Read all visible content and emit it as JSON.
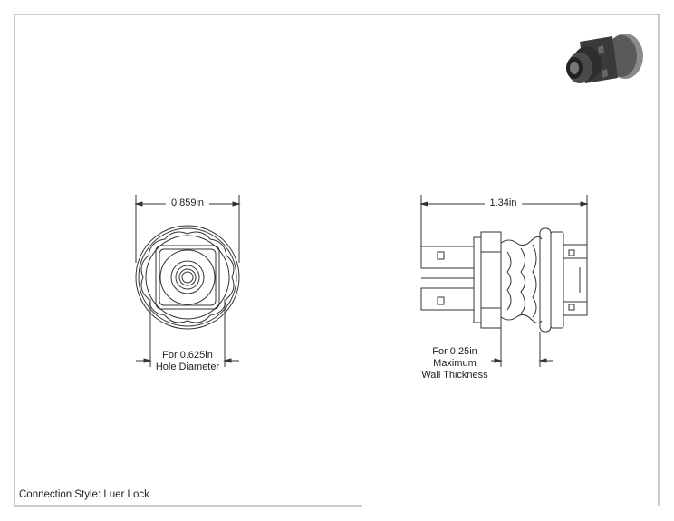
{
  "drawing": {
    "front_view": {
      "overall_dimension": "0.859in",
      "hole_label_line1": "For 0.625in",
      "hole_label_line2": "Hole Diameter"
    },
    "side_view": {
      "overall_dimension": "1.34in",
      "wall_label_line1": "For 0.25in",
      "wall_label_line2": "Maximum",
      "wall_label_line3": "Wall Thickness"
    },
    "connection_style": "Connection Style: Luer Lock",
    "colors": {
      "line": "#333333",
      "frame": "#9a9a9a",
      "thumb_body": "#3a3a3a"
    }
  }
}
